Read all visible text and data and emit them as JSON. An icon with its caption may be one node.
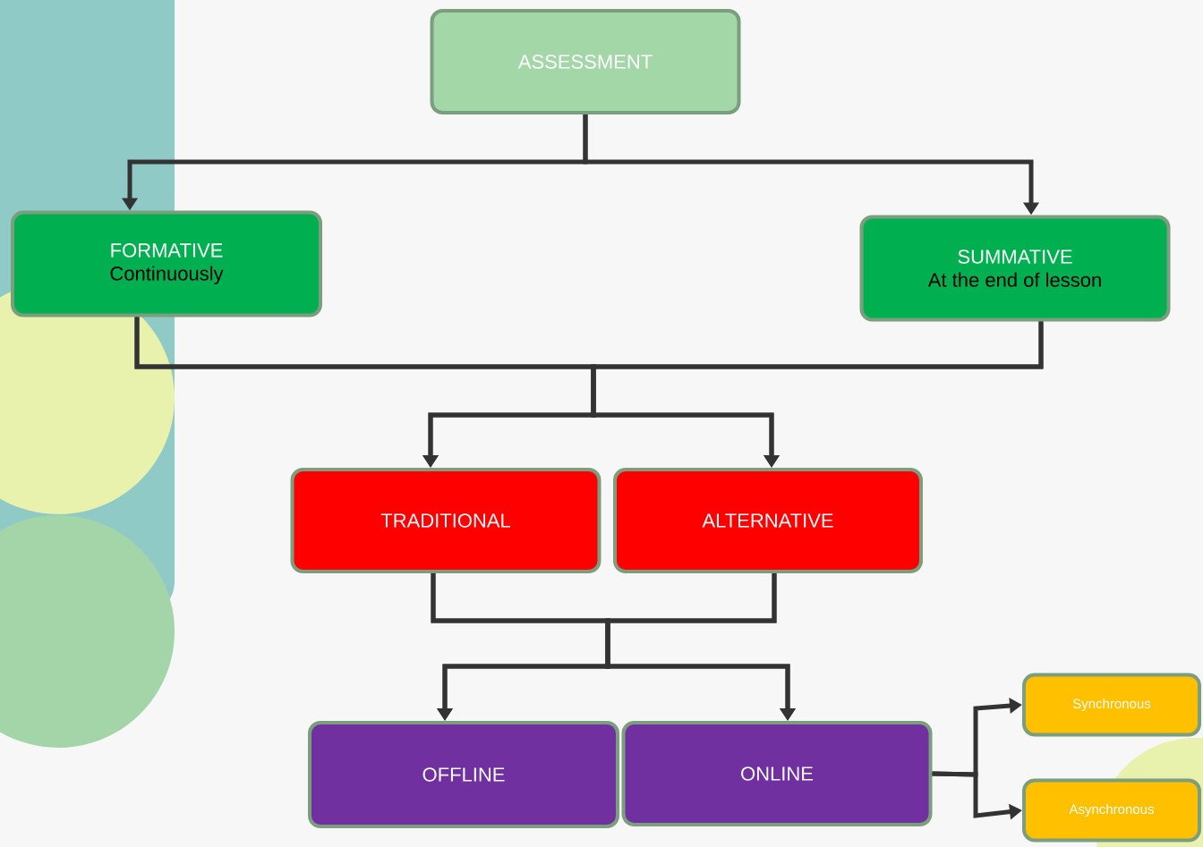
{
  "diagram": {
    "nodes": [
      {
        "text": [
          "ASSESSMENT"
        ]
      },
      {
        "text": [
          "FORMATIVE",
          "Continuously"
        ]
      },
      {
        "text": [
          "SUMMATIVE",
          "At the end of lesson"
        ]
      },
      {
        "text": [
          "TRADITIONAL"
        ]
      },
      {
        "text": [
          "ALTERNATIVE"
        ]
      },
      {
        "text": [
          "OFFLINE"
        ]
      },
      {
        "text": [
          "ONLINE"
        ]
      },
      {
        "text": [
          "Synchronous"
        ]
      },
      {
        "text": [
          "Asynchronous"
        ]
      }
    ],
    "edges": [
      {
        "from": 0,
        "to": 1,
        "arrow": "to"
      },
      {
        "from": 0,
        "to": 2,
        "arrow": "to"
      },
      {
        "from": 1,
        "to": 3,
        "arrow": "to"
      },
      {
        "from": 1,
        "to": 4,
        "arrow": "to"
      },
      {
        "from": 2,
        "to": 3,
        "arrow": "to"
      },
      {
        "from": 2,
        "to": 4,
        "arrow": "to"
      },
      {
        "from": 3,
        "to": 5,
        "arrow": "to"
      },
      {
        "from": 3,
        "to": 6,
        "arrow": "to"
      },
      {
        "from": 4,
        "to": 5,
        "arrow": "to"
      },
      {
        "from": 4,
        "to": 6,
        "arrow": "to"
      },
      {
        "from": 6,
        "to": 7,
        "arrow": "to"
      },
      {
        "from": 6,
        "to": 8,
        "arrow": "to"
      }
    ]
  }
}
